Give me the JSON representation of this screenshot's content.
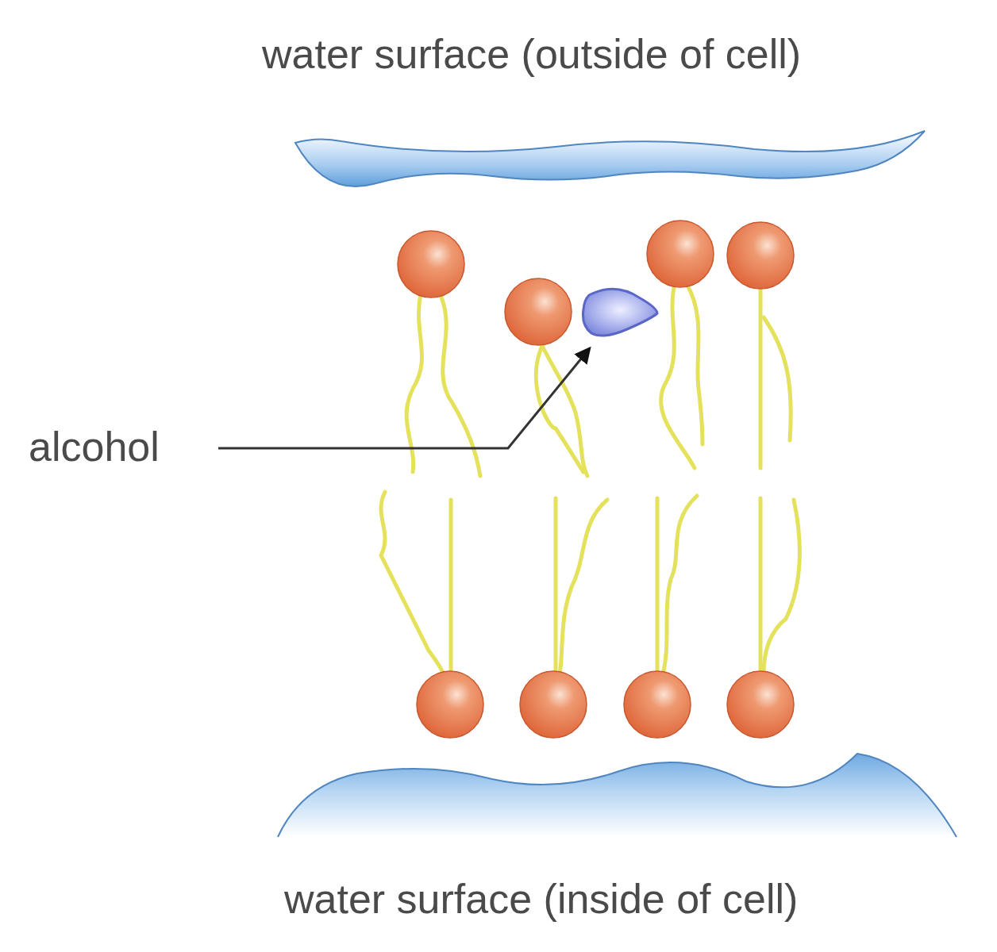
{
  "diagram": {
    "labels": [
      "water surface (outside of cell)",
      "alcohol",
      "water surface (inside of cell)"
    ]
  }
}
